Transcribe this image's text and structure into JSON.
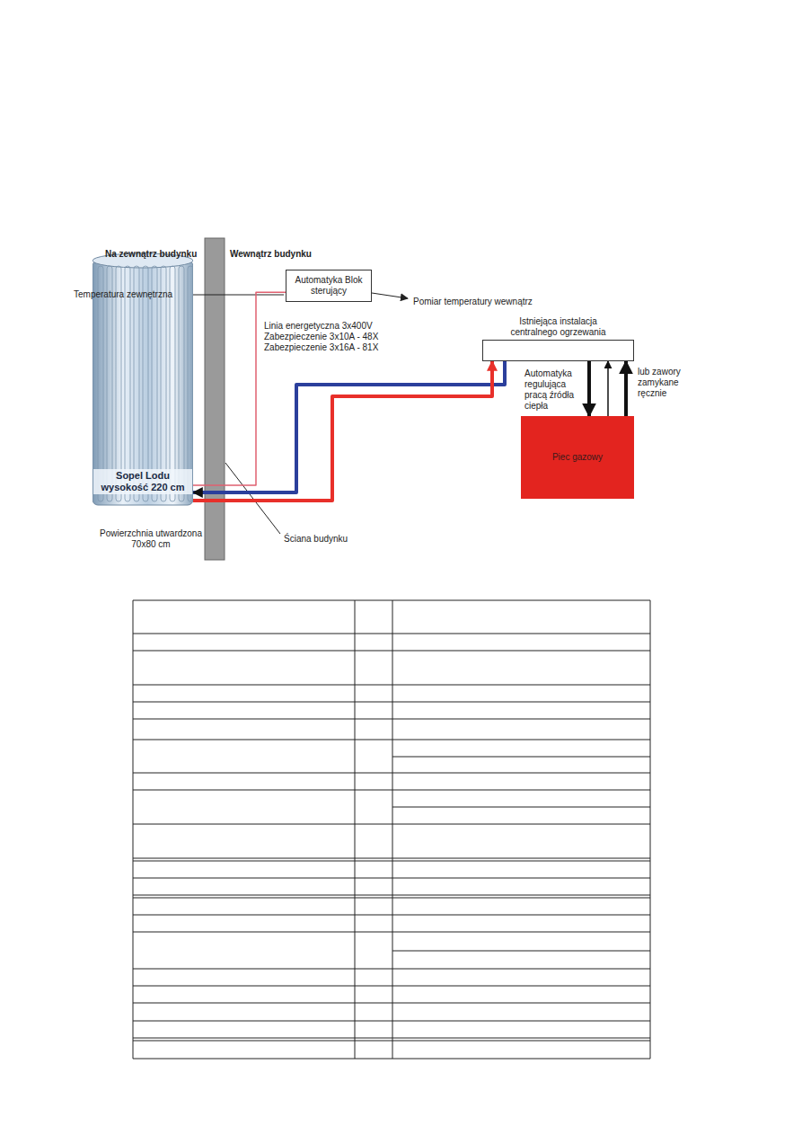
{
  "diagram": {
    "nodes": [
      {
        "text": [
          "Automatyka Blok sterujący"
        ]
      },
      {
        "text": [
          "Istniejąca instalacja centralnego ogrzewania"
        ]
      },
      {
        "text": [
          "Sopel Lodu wysokość 220 cm"
        ]
      },
      {
        "text": [
          "Piec gazowy"
        ]
      }
    ],
    "edges": [
      {
        "from": 0,
        "to": 2,
        "arrow": "none"
      },
      {
        "from": 1,
        "to": 2,
        "arrow": "to"
      },
      {
        "from": 2,
        "to": 1,
        "arrow": "to"
      },
      {
        "from": 1,
        "to": 3,
        "arrow": "to"
      },
      {
        "from": 3,
        "to": 1,
        "arrow": "to"
      },
      {
        "from": 3,
        "to": 1,
        "arrow": "to"
      }
    ],
    "labels": [
      "Na zewnątrz budynku",
      "Wewnątrz budynku",
      "Temperatura zewnętrzna",
      "Pomiar temperatury wewnątrz",
      "Linia energetyczna 3x400V",
      "Zabezpieczenie 3x10A - 48X",
      "Zabezpieczenie 3x16A - 81X",
      "Automatyka regulująca pracą źródła ciepła",
      "lub zawory zamykane ręcznie",
      "Powierzchnia utwardzona 70x80 cm",
      "Ściana budynku"
    ]
  }
}
